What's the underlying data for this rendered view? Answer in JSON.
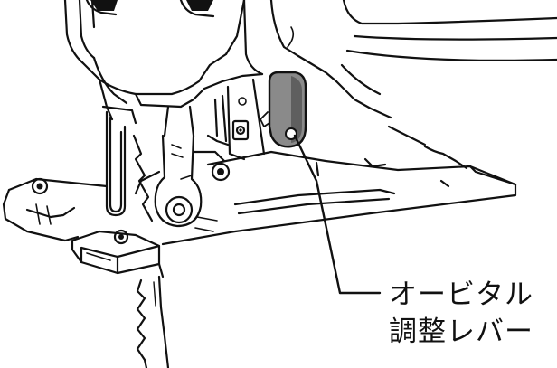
{
  "callout": {
    "line1": "オービタル",
    "line2": "調整レバー"
  },
  "colors": {
    "ink": "#111111",
    "lever_fill": "#8a8a8a",
    "lever_shade": "#5f5f5f",
    "background": "#ffffff"
  },
  "icons": [
    "jigsaw-body",
    "orbital-lever",
    "base-plate",
    "saw-blade",
    "leader-line"
  ]
}
